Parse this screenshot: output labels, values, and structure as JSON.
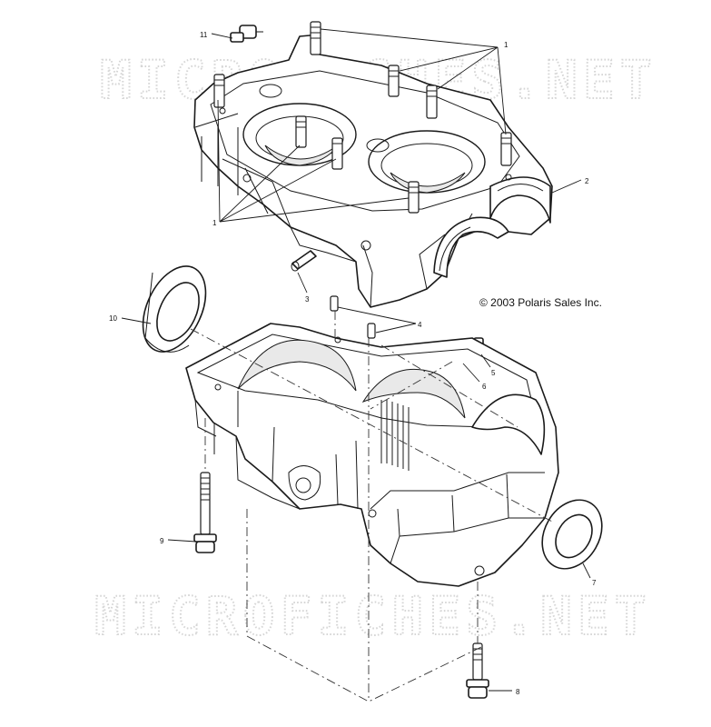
{
  "watermark": {
    "text": "MICROFICHES.NET"
  },
  "copyright": "© 2003 Polaris Sales Inc.",
  "callouts": [
    {
      "id": "1",
      "text": "1"
    },
    {
      "id": "2",
      "text": "2"
    },
    {
      "id": "3",
      "text": "3"
    },
    {
      "id": "4",
      "text": "4"
    },
    {
      "id": "5",
      "text": "5"
    },
    {
      "id": "6",
      "text": "6"
    },
    {
      "id": "7",
      "text": "7"
    },
    {
      "id": "8",
      "text": "8"
    },
    {
      "id": "9",
      "text": "9"
    },
    {
      "id": "10",
      "text": "10"
    },
    {
      "id": "11",
      "text": "11"
    }
  ]
}
